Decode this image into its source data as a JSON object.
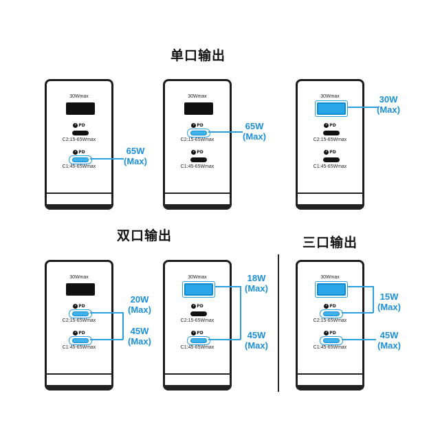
{
  "titles": {
    "single": "单口输出",
    "dual": "双口输出",
    "triple": "三口输出"
  },
  "charger": {
    "usb_a_label": "30Wmax",
    "pd_label": "PD",
    "c2_label": "C2:15-65Wmax",
    "c1_label": "C1:45-65Wmax"
  },
  "callouts": {
    "single_c1": [
      "65W",
      "(Max)"
    ],
    "single_c2": [
      "65W",
      "(Max)"
    ],
    "single_a": [
      "30W",
      "(Max)"
    ],
    "dual_ac": [
      "20W",
      "(Max)",
      "45W",
      "(Max)"
    ],
    "dual_ac2": [
      "18W",
      "(Max)",
      "45W",
      "(Max)"
    ],
    "triple": [
      "15W",
      "(Max)",
      "45W",
      "(Max)"
    ]
  },
  "colors": {
    "accent": "#1a8fd8",
    "body": "#1b1b1b"
  }
}
